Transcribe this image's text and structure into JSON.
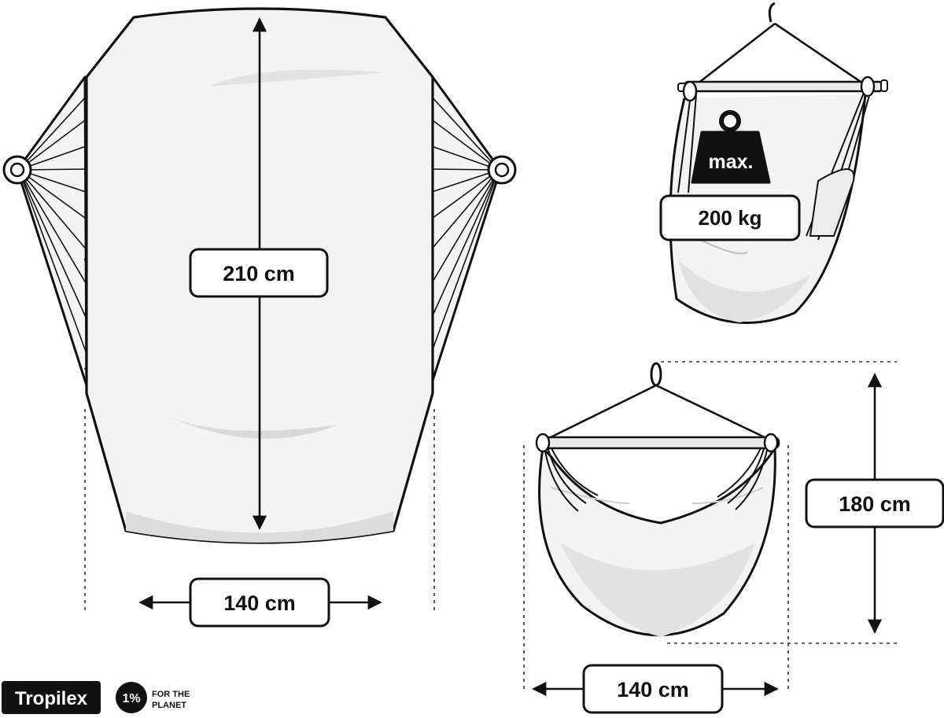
{
  "colors": {
    "outline": "#111111",
    "fabric": "#f2f2f2",
    "shade": "#dedede",
    "bar": "#e9e9e9"
  },
  "hammock_top": {
    "length_label": "210 cm",
    "width_label": "140 cm"
  },
  "chair_weight": {
    "max_label": "max.",
    "weight_label": "200 kg",
    "icon": "weight-icon"
  },
  "chair_front": {
    "height_label": "180 cm",
    "width_label": "140 cm"
  },
  "branding": {
    "logo_text": "Tropilex",
    "badge_number": "1%",
    "badge_line1": "FOR THE",
    "badge_line2": "PLANET"
  }
}
